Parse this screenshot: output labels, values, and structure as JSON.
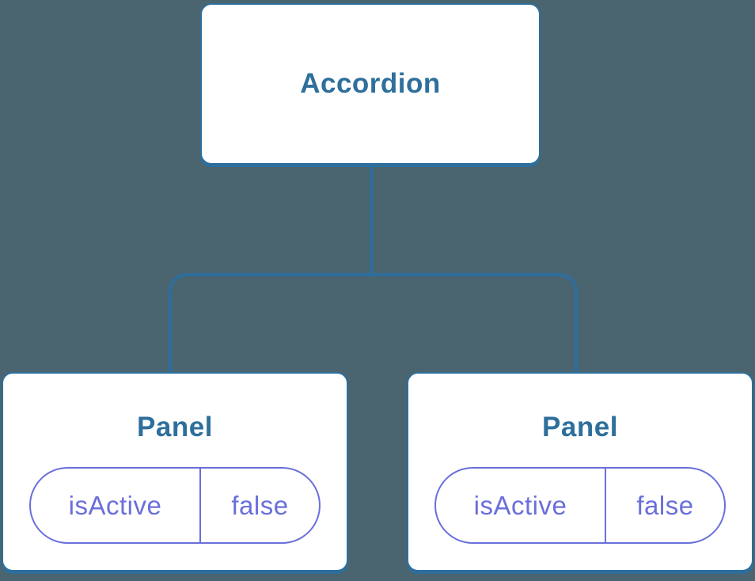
{
  "diagram": {
    "type": "component-tree",
    "colors": {
      "background": "#4a6570",
      "node_fill": "#ffffff",
      "node_border": "#2d6e9d",
      "connector": "#2d6e9d",
      "title_text": "#2e6f9c",
      "state_accent": "#6a6fdb"
    },
    "root": {
      "label": "Accordion"
    },
    "children": [
      {
        "label": "Panel",
        "state": {
          "key": "isActive",
          "value": "false"
        }
      },
      {
        "label": "Panel",
        "state": {
          "key": "isActive",
          "value": "false"
        }
      }
    ]
  }
}
